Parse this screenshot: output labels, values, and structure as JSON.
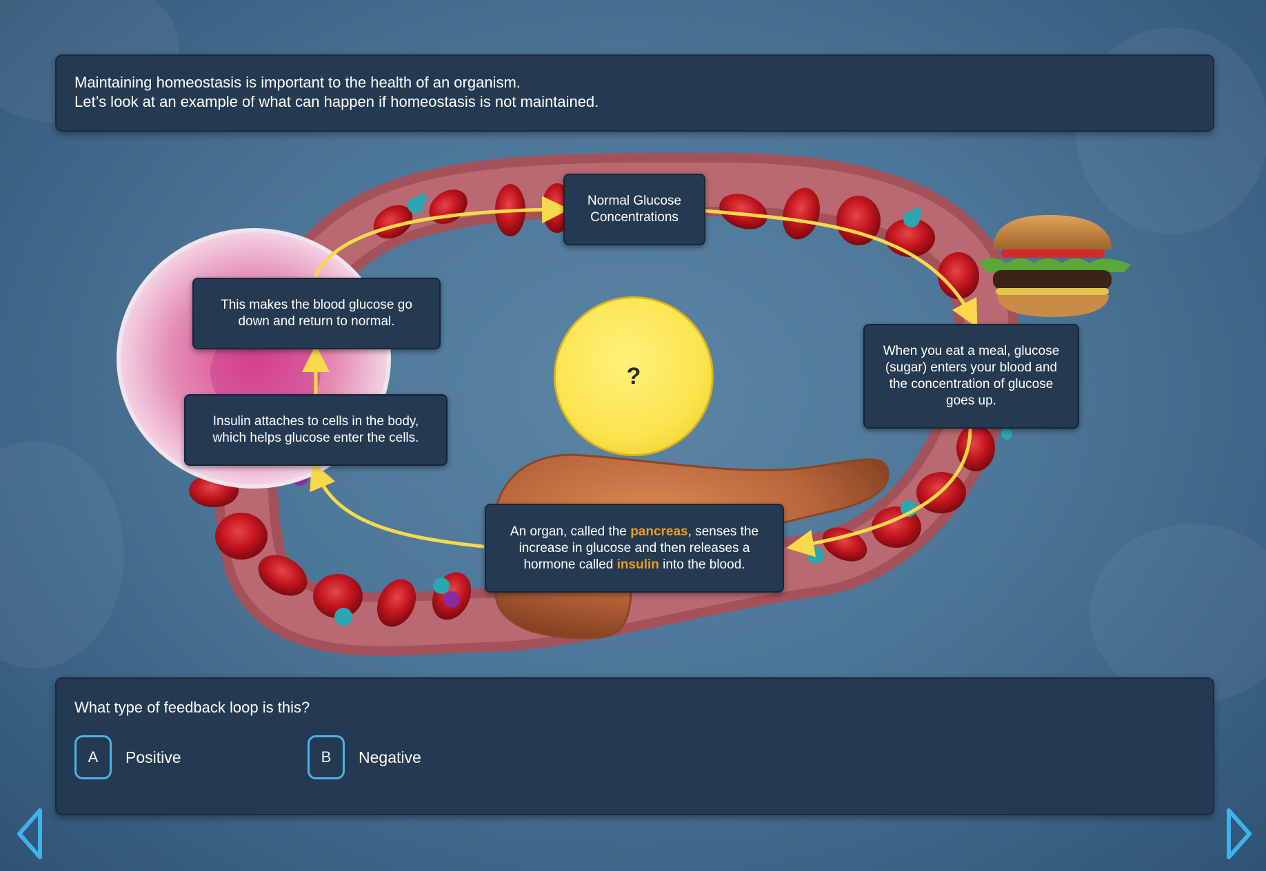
{
  "intro": {
    "line1": "Maintaining homeostasis is important to the health of an organism.",
    "line2": "Let’s look at an example of what can happen if homeostasis is not maintained."
  },
  "diagram": {
    "normal_glucose": "Normal Glucose Concentrations",
    "eat_meal": "When you eat a meal, glucose (sugar) enters your blood and the concentration of glucose goes up.",
    "pancreas": {
      "part1": "An organ, called the ",
      "pancreas_word": "pancreas",
      "part2": ",  senses the increase in glucose and then releases a hormone called ",
      "insulin_word": "insulin",
      "part3": " into the blood."
    },
    "insulin_attaches": "Insulin attaches to cells in the body, which helps glucose enter the cells.",
    "glucose_down": "This makes the blood glucose go down and return to normal.",
    "center_symbol": "?"
  },
  "quiz": {
    "question": "What type of feedback loop is this?",
    "options": [
      {
        "key": "A",
        "label": "Positive"
      },
      {
        "key": "B",
        "label": "Negative"
      }
    ]
  },
  "colors": {
    "highlight": "#f39a1c",
    "arrow": "#f8d94a",
    "option_border": "#4cb3e6",
    "nav_arrow": "#3fb2ee"
  },
  "icons": {
    "prev": "chevron-left-icon",
    "next": "chevron-right-icon",
    "burger": "hamburger-icon"
  }
}
